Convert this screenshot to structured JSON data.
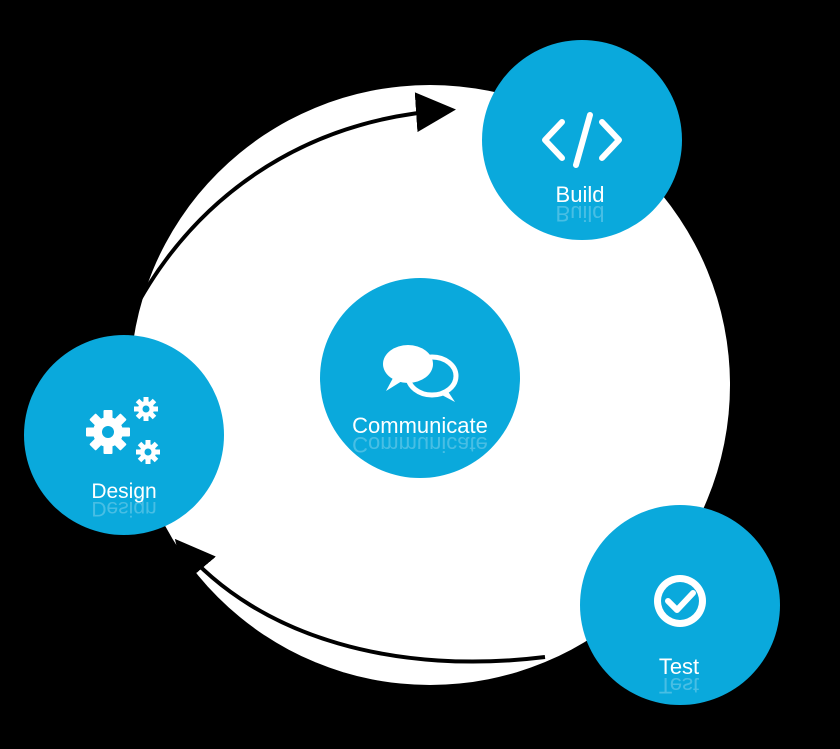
{
  "colors": {
    "background": "#000000",
    "node_fill": "#0aa9dc",
    "icon": "#ffffff",
    "arrow": "#000000"
  },
  "nodes": {
    "build": {
      "label": "Build",
      "icon": "code-icon"
    },
    "test": {
      "label": "Test",
      "icon": "check-circle-icon"
    },
    "design": {
      "label": "Design",
      "icon": "gears-icon"
    },
    "communicate": {
      "label": "Communicate",
      "icon": "chat-bubbles-icon"
    }
  },
  "flow": [
    "Design",
    "Build",
    "Test",
    "Design"
  ]
}
